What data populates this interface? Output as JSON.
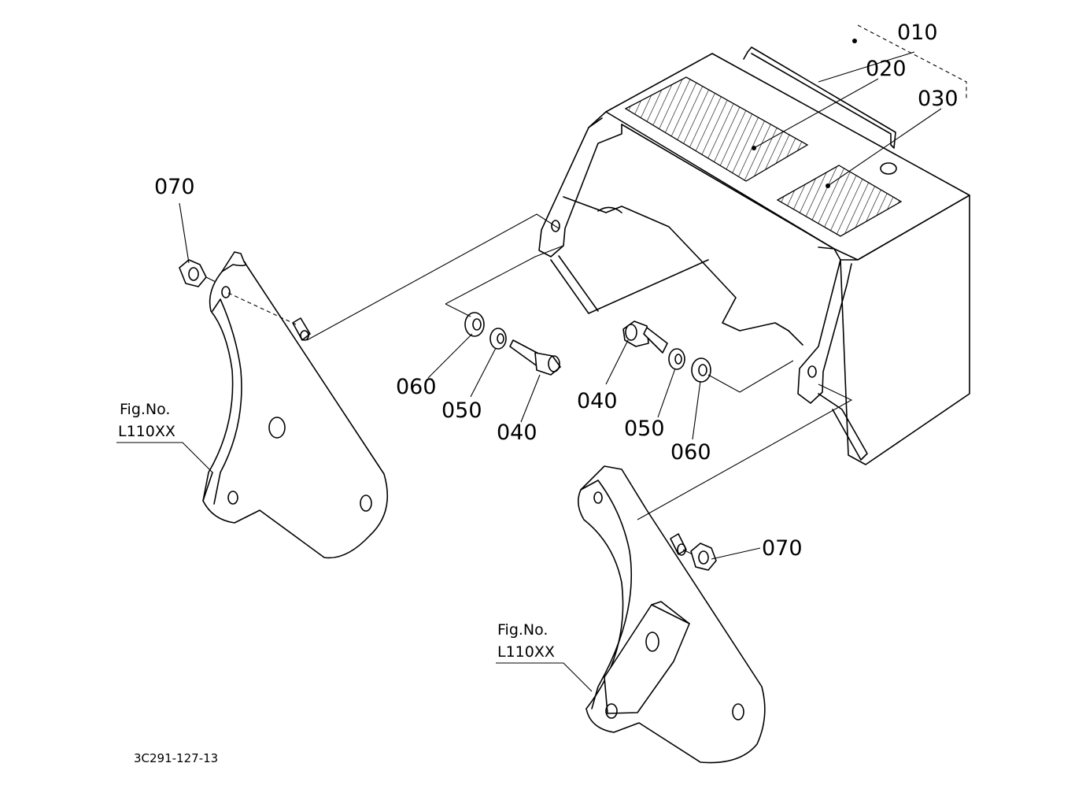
{
  "diagram": {
    "part_labels": {
      "p010": "010",
      "p020": "020",
      "p030": "030",
      "p070_left": "070",
      "p060_left": "060",
      "p050_left": "050",
      "p040_left": "040",
      "p040_right": "040",
      "p050_right": "050",
      "p060_right": "060",
      "p070_right": "070"
    },
    "figure_refs": {
      "left": {
        "line1": "Fig.No.",
        "line2": "L110XX"
      },
      "right": {
        "line1": "Fig.No.",
        "line2": "L110XX"
      }
    },
    "document_code": "3C291-127-13"
  }
}
